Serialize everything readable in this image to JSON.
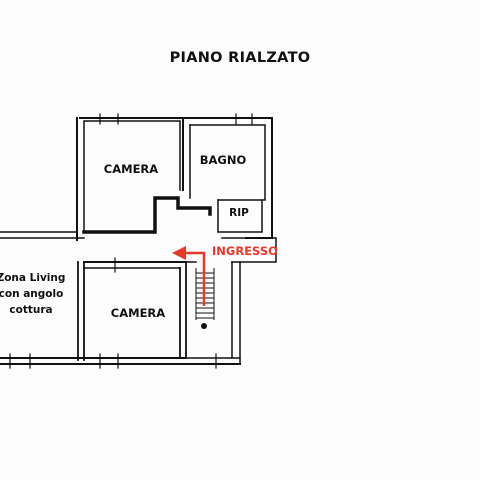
{
  "title": "PIANO RIALZATO",
  "rooms": {
    "camera_top": "CAMERA",
    "bagno": "BAGNO",
    "rip": "RIP",
    "camera_bottom": "CAMERA",
    "living_line1": "Zona Living",
    "living_line2": "con angolo",
    "living_line3": "cottura"
  },
  "entrance": {
    "label": "INGRESSO",
    "color": "#e23a2d"
  },
  "colors": {
    "wall": "#111111",
    "background": "#fdfdfd"
  }
}
